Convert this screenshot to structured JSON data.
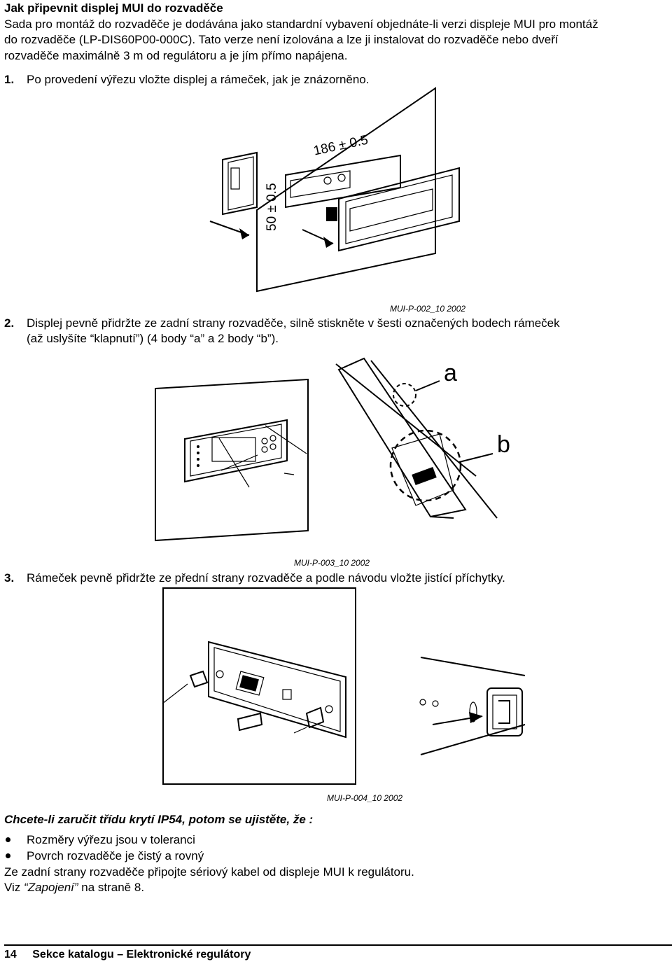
{
  "heading": "Jak připevnit displej MUI do rozvaděče",
  "intro": {
    "line1": "Sada pro montáž do rozvaděče je dodávána jako standardní vybavení objednáte-li verzi displeje MUI pro montáž",
    "line2": "do rozvaděče (LP-DIS60P00-000C). Tato verze není izolována a lze ji instalovat do rozvaděče nebo dveří",
    "line3": "rozvaděče maximálně 3 m od regulátoru a je jím přímo napájena."
  },
  "steps": [
    {
      "num": "1.",
      "line1": "Po provedení výřezu vložte displej a rámeček, jak je znázorněno.",
      "line2": ""
    },
    {
      "num": "2.",
      "line1": "Displej pevně přidržte ze zadní strany rozvaděče, silně stiskněte v šesti označených bodech rámeček",
      "line2": "(až uslyšíte “klapnutí”) (4 body “a” a 2 body “b”)."
    },
    {
      "num": "3.",
      "line1": "Rámeček pevně přidržte ze přední strany rozvaděče a podle návodu vložte jistící příchytky.",
      "line2": ""
    }
  ],
  "figures": {
    "fig1": {
      "label": "MUI-P-002_10 2002",
      "dim_width": "186 ± 0.5",
      "dim_height": "50 ± 0.5"
    },
    "fig2": {
      "label": "MUI-P-003_10 2002",
      "point_a": "a",
      "point_b": "b"
    },
    "fig3": {
      "label": "MUI-P-004_10 2002"
    }
  },
  "ip54": {
    "heading": "Chcete-li zaručit třídu krytí  IP54, potom se ujistěte, že :",
    "bullets": [
      "Rozměry výřezu jsou v toleranci",
      "Povrch rozvaděče je čistý a rovný"
    ],
    "line_cable": "Ze zadní strany rozvaděče připojte sériový kabel od displeje MUI k regulátoru.",
    "see_prefix": "Viz ",
    "see_link": "“Zapojení”",
    "see_suffix": " na straně 8."
  },
  "footer": {
    "page": "14",
    "title": "Sekce katalogu – Elektronické regulátory"
  }
}
